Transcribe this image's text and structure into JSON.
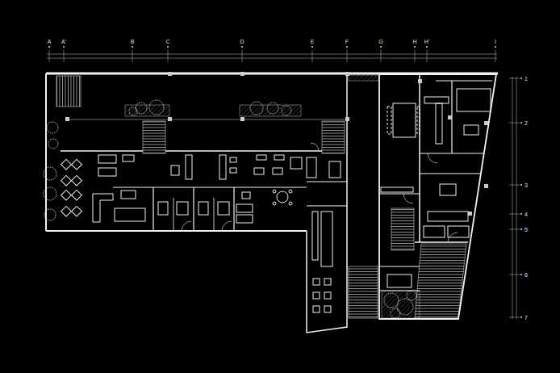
{
  "diagram": {
    "labels": [
      "A",
      "A'",
      "B",
      "C",
      "D",
      "E",
      "F",
      "G",
      "H",
      "H'",
      "I",
      "1",
      "2",
      "3",
      "4",
      "5",
      "6",
      "7"
    ]
  }
}
